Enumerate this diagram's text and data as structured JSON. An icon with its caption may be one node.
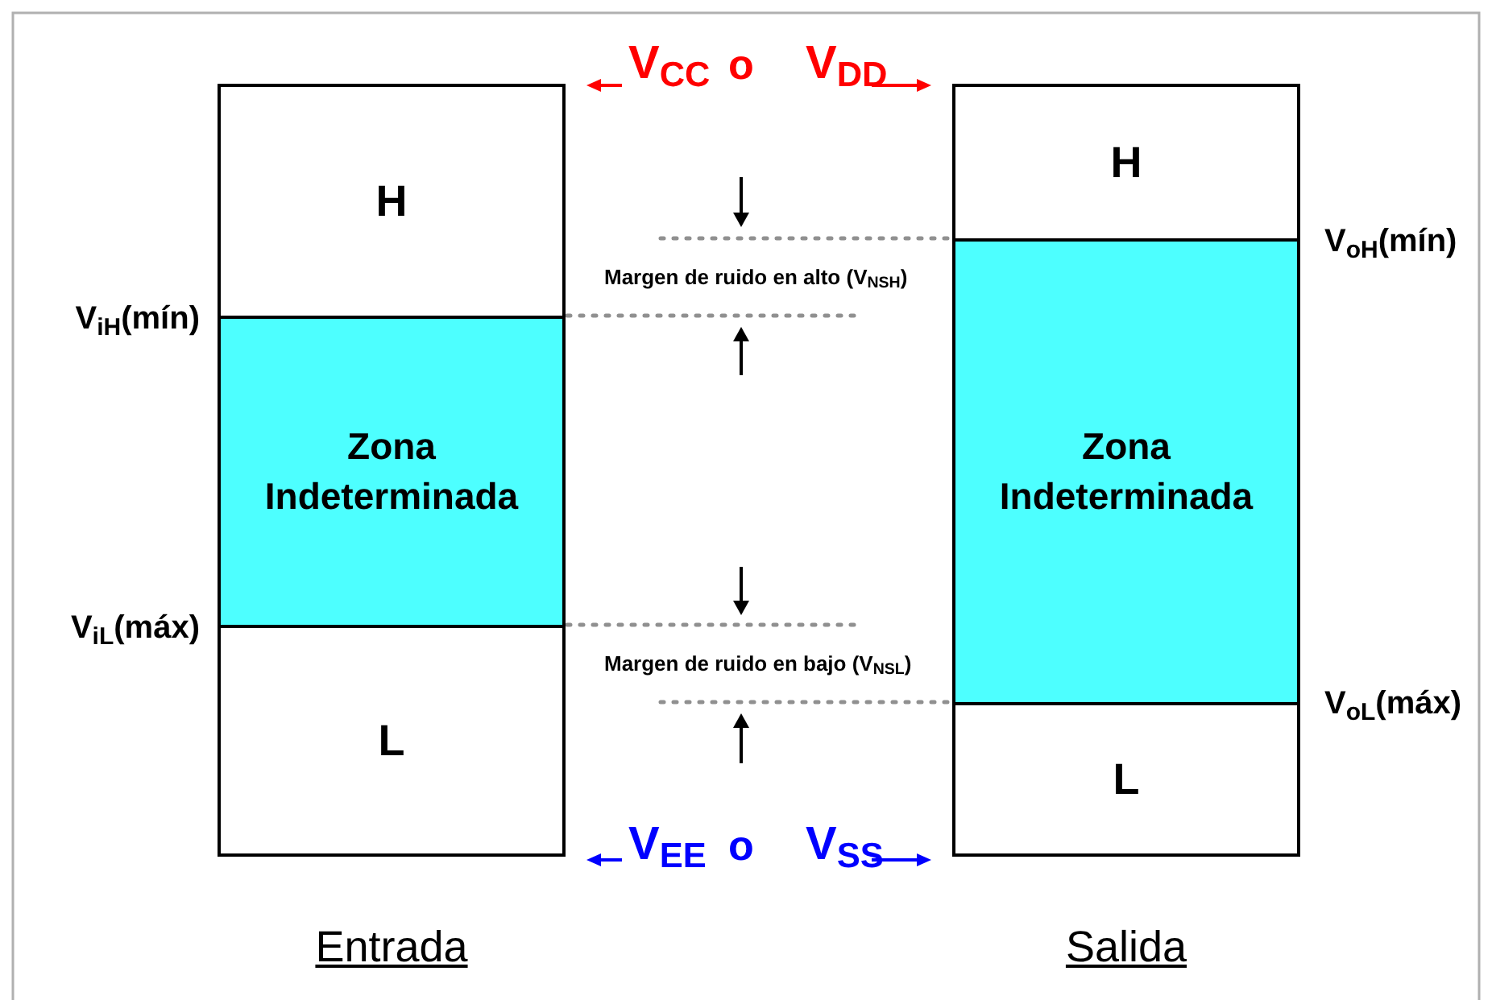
{
  "diagram": {
    "nodes": [
      {
        "text": [
          "Entrada"
        ]
      },
      {
        "text": [
          "H"
        ],
        "in": 0
      },
      {
        "text": [
          "Zona Indeterminada"
        ],
        "in": 0
      },
      {
        "text": [
          "L"
        ],
        "in": 0
      },
      {
        "text": [
          "Salida"
        ]
      },
      {
        "text": [
          "H"
        ],
        "in": 4
      },
      {
        "text": [
          "Zona Indeterminada"
        ],
        "in": 4
      },
      {
        "text": [
          "L"
        ],
        "in": 4
      }
    ],
    "labels": [
      "V$_{CC}$",
      "o",
      "V$_{DD}$",
      "V$_{oH}$(mín)",
      "Margen de ruido en alto (V$_{NSH}$)",
      "V$_{iH}$(mín)",
      "V$_{iL}$(máx)",
      "Margen de ruido en bajo (V$_{NSL}$)",
      "V$_{oL}$(máx)",
      "V$_{EE}$",
      "o",
      "V$_{SS}$"
    ]
  }
}
